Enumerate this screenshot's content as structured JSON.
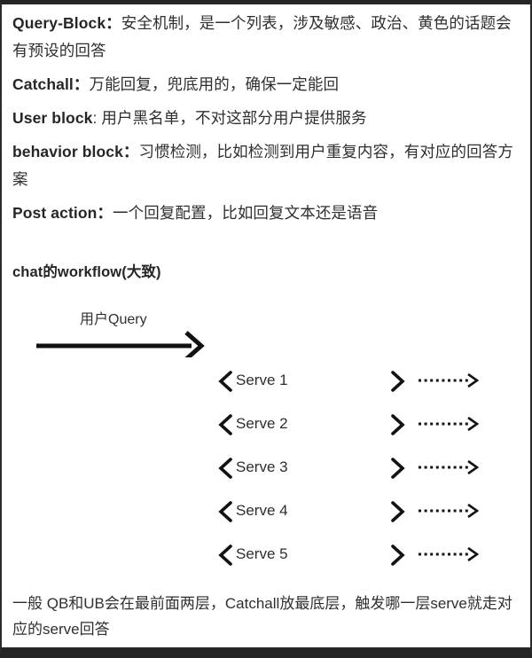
{
  "document": {
    "definitions": [
      {
        "term": "Query-Block：",
        "description": "安全机制，是一个列表，涉及敏感、政治、黄色的话题会有预设的回答"
      },
      {
        "term": "Catchall：",
        "description": "万能回复，兜底用的，确保一定能回"
      },
      {
        "term": "User block",
        "description": ": 用户黑名单，不对这部分用户提供服务"
      },
      {
        "term": "behavior block：",
        "description": "习惯检测，比如检测到用户重复内容，有对应的回答方案"
      },
      {
        "term": "Post action：",
        "description": "一个回复配置，比如回复文本还是语音"
      }
    ],
    "section_title": "chat的workflow(大致)",
    "diagram": {
      "input_label": "用户Query",
      "input_arrow_icon": "solid-right-arrow-icon",
      "left_chevron_icon": "chevron-left-icon",
      "right_chevron_icon": "chevron-right-icon",
      "dotted_arrow_icon": "dotted-right-arrow-icon",
      "serves": [
        {
          "label": "Serve 1"
        },
        {
          "label": "Serve 2"
        },
        {
          "label": "Serve 3"
        },
        {
          "label": "Serve 4"
        },
        {
          "label": "Serve 5"
        }
      ]
    },
    "footer_note": "一般 QB和UB会在最前面两层，Catchall放最底层，触发哪一层serve就走对应的serve回答"
  },
  "colors": {
    "page_background": "#ffffff",
    "body_text": "#2f2f2f",
    "heading_text": "#262626",
    "stroke": "#1a1a1a",
    "frame": "#262626"
  }
}
